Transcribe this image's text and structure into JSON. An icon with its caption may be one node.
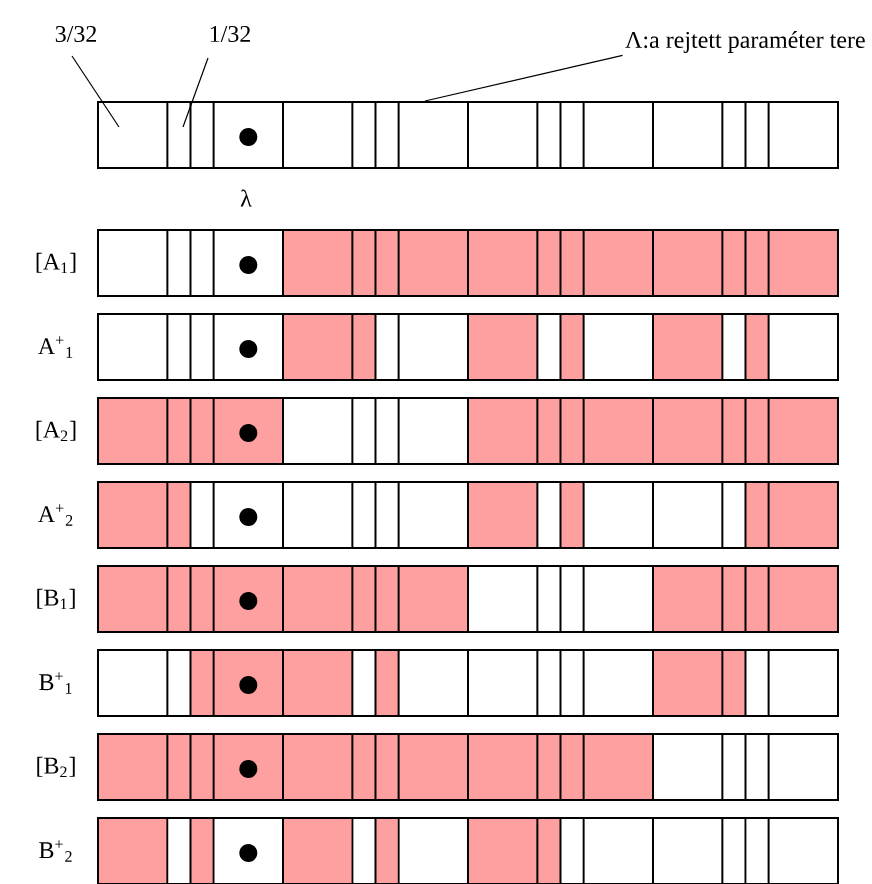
{
  "diagram": {
    "nodes": [
      {
        "text": [
          "3/32"
        ]
      },
      {
        "text": [
          "1/32"
        ]
      },
      {
        "text": [
          "Λ:a rejtett paraméter tere"
        ]
      },
      {
        "text": [],
        "shape": "bar"
      },
      {
        "text": [
          "[A$_{1}$]"
        ]
      },
      {
        "text": [
          "A$^{+}$$_{1}$"
        ]
      },
      {
        "text": [
          "[A$_{2}$]"
        ]
      },
      {
        "text": [
          "A$^{+}$$_{2}$"
        ]
      },
      {
        "text": [
          "[B$_{1}$]"
        ]
      },
      {
        "text": [
          "B$^{+}$$_{1}$"
        ]
      },
      {
        "text": [
          "[B$_{2}$]"
        ]
      },
      {
        "text": [
          "B$^{+}$$_{2}$"
        ]
      }
    ],
    "edges": [
      {
        "from": 0,
        "to": 3,
        "arrow": "none"
      },
      {
        "from": 1,
        "to": 3,
        "arrow": "none"
      },
      {
        "from": 2,
        "to": 3,
        "arrow": "none"
      }
    ],
    "labels": [
      "λ"
    ]
  }
}
